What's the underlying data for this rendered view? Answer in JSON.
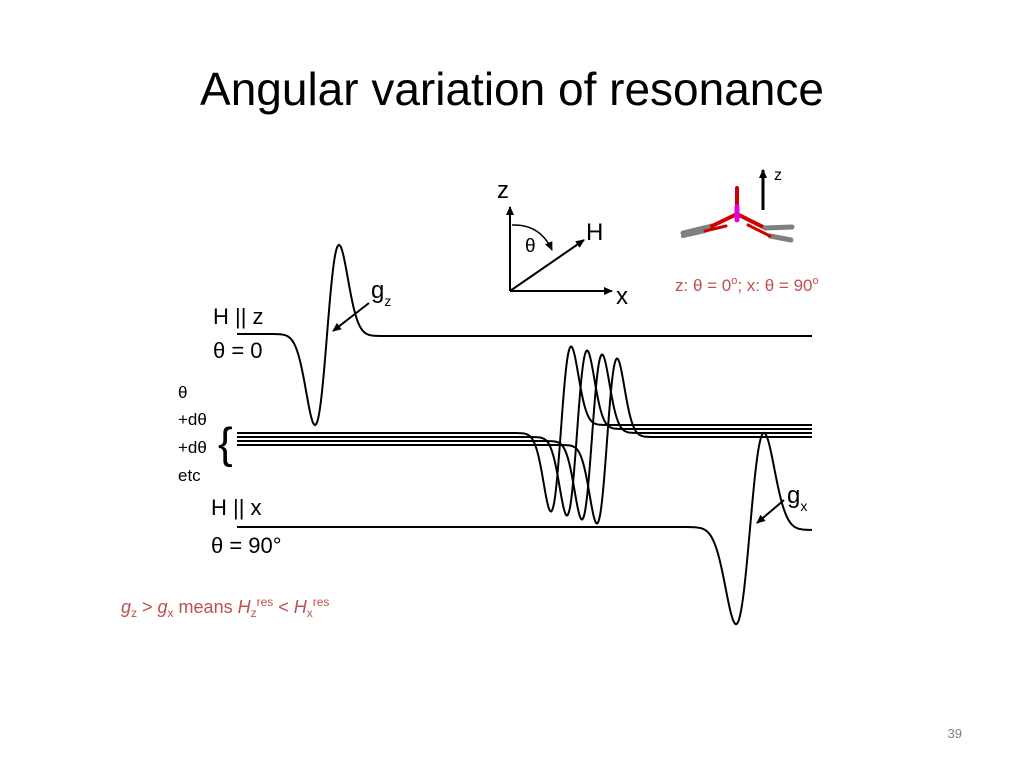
{
  "slide": {
    "title": "Angular variation of resonance",
    "number": "39"
  },
  "axes_inset": {
    "z_label": "z",
    "x_label": "x",
    "h_label": "H",
    "theta_label": "θ"
  },
  "molecule_inset": {
    "z_label": "z",
    "caption": "z: θ = 0o; x: θ = 90o",
    "caption_parts": {
      "z_prefix": "z: θ = 0",
      "sup1": "o",
      "mid": "; x: θ = 90",
      "sup2": "o"
    },
    "colors": {
      "ligand": "#808080",
      "oxygen": "#d00000",
      "metal": "#e000e0"
    }
  },
  "spectra": {
    "gz_label": "g",
    "gz_sub": "z",
    "gx_label": "g",
    "gx_sub": "x",
    "top_label_line1": "H || z",
    "top_label_line2": "θ = 0",
    "middle_labels": [
      "θ",
      "+dθ",
      "+dθ",
      "etc"
    ],
    "bottom_label_line1": "H || x",
    "bottom_label_line2": "θ = 90°"
  },
  "note": {
    "text": "gz > gx means Hzres < Hxres",
    "g1": "g",
    "g1_sub": "z",
    "gt": " > ",
    "g2": "g",
    "g2_sub": "x",
    "means": " means ",
    "H1": "H",
    "H1_sub": "z",
    "H1_sup": "res",
    "lt": " < ",
    "H2": "H",
    "H2_sub": "x",
    "H2_sup": "res",
    "color": "#c0504d"
  }
}
